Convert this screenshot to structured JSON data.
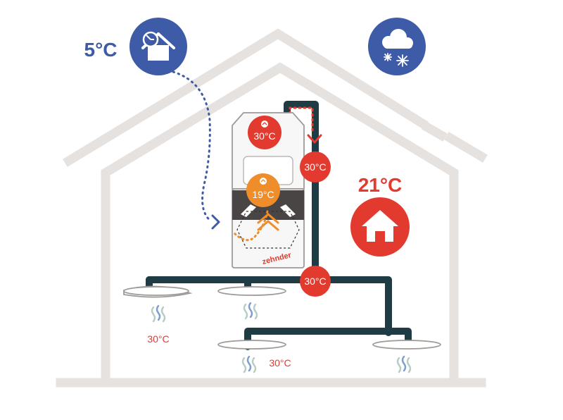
{
  "colors": {
    "house_outline": "#e6e2df",
    "duct": "#1f3b44",
    "hot": "#e23a2e",
    "warm": "#ef8d2a",
    "cold": "#3d5ba6",
    "unit_body": "#f7f7f7",
    "unit_panel": "#4a4545",
    "heat_wave": "#b7ccc4",
    "wave_blue": "#7e9ecf"
  },
  "icons": {
    "outdoor_air": "house-clock-icon",
    "weather": "cloud-snow-icon",
    "indoor": "house-icon"
  },
  "outdoor": {
    "temperature": "5°C"
  },
  "indoor": {
    "temperature": "21°C"
  },
  "unit": {
    "brand": "zehnder",
    "supply_temp": "30°C",
    "preheat_temp": "19°C"
  },
  "nodes": {
    "riser_temp": "30°C",
    "junction_temp": "30°C"
  },
  "vents": {
    "left_temp": "30°C",
    "center_temp": "30°C"
  }
}
